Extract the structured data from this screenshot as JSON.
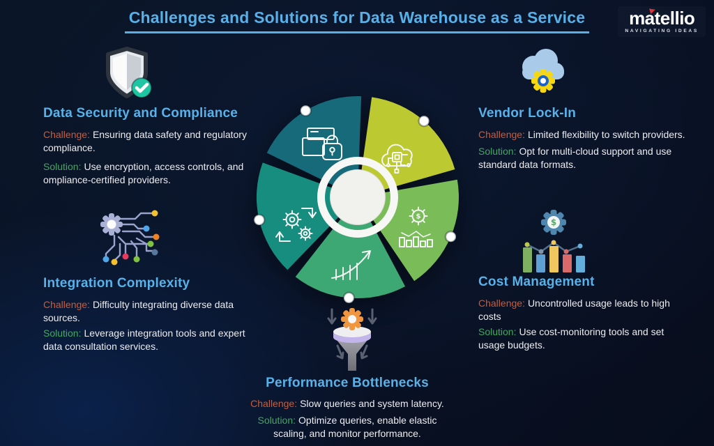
{
  "title": "Challenges and Solutions for Data Warehouse as a Service",
  "logo": {
    "wordmark": "matellio",
    "tagline": "NAVIGATING IDEAS"
  },
  "labels": {
    "challenge": "Challenge:",
    "solution": "Solution:"
  },
  "sections": {
    "data_security": {
      "heading": "Data Security and Compliance",
      "challenge": "Ensuring data safety and regulatory compliance.",
      "solution": "Use encryption, access controls, and ompliance-certified providers."
    },
    "vendor_lock_in": {
      "heading": "Vendor Lock-In",
      "challenge": "Limited flexibility to switch providers.",
      "solution": "Opt for multi-cloud support and use standard data formats."
    },
    "integration_complexity": {
      "heading": "Integration Complexity",
      "challenge": "Difficulty integrating diverse data sources.",
      "solution": "Leverage integration tools and expert data consultation services."
    },
    "cost_management": {
      "heading": "Cost Management",
      "challenge": "Uncontrolled usage leads to high costs",
      "solution": "Use cost-monitoring tools and set usage budgets."
    },
    "performance_bottlenecks": {
      "heading": "Performance Bottlenecks",
      "challenge": "Slow queries and system latency.",
      "solution": "Optimize queries, enable elastic scaling, and monitor performance."
    }
  },
  "wheel": {
    "segments": [
      {
        "name": "data-security",
        "icon": "folder-lock-icon",
        "color": "#166a7a"
      },
      {
        "name": "vendor-lock-in",
        "icon": "cloud-data-icon",
        "color": "#bcc930"
      },
      {
        "name": "cost-management",
        "icon": "gear-dollar-bars-icon",
        "color": "#7abc57"
      },
      {
        "name": "performance",
        "icon": "growth-arrow-icon",
        "color": "#3ea874"
      },
      {
        "name": "integration",
        "icon": "sync-gears-icon",
        "color": "#178d80"
      }
    ],
    "hub_ring_color": "#f7f8f6",
    "hub_disc_color": "#f1f1ee",
    "dot_color": "#ffffff"
  },
  "colors": {
    "background_navy": "#0a1526",
    "title_blue": "#57b1e8",
    "heading_blue": "#58b2e9",
    "challenge_orange": "#ce5b35",
    "solution_green": "#43a860",
    "body_text": "#ededef"
  },
  "icons": {
    "data_security": "shield-check-icon",
    "vendor_lock_in": "cloud-gear-icon",
    "integration_complexity": "circuit-gear-icon",
    "cost_management": "gear-dollar-chart-icon",
    "performance_bottlenecks": "funnel-gear-icon"
  }
}
